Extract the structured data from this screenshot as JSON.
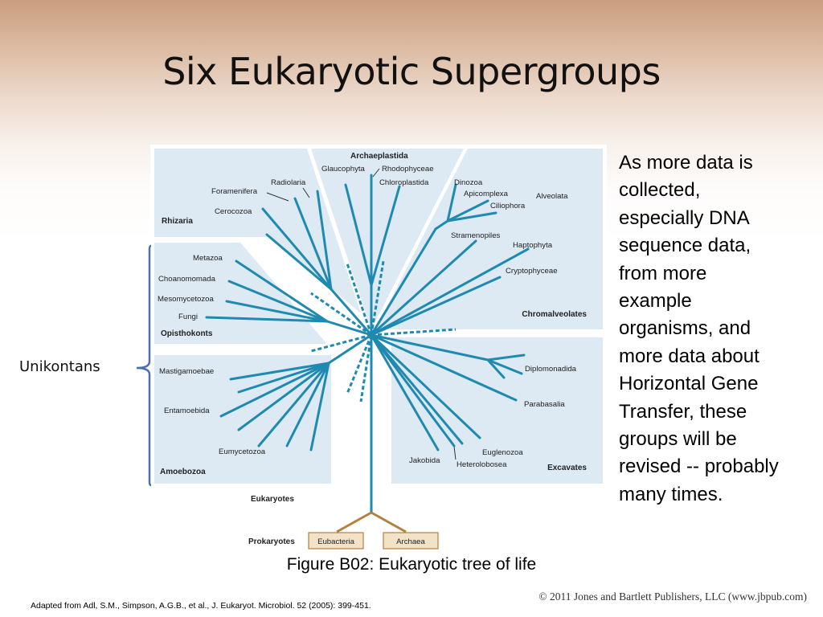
{
  "slide": {
    "title": "Six Eukaryotic Supergroups",
    "bracket_label": "Unikontans",
    "side_text_lines": [
      "As more data is",
      "collected,",
      "especially DNA",
      "sequence data,",
      "from more",
      "example",
      "organisms, and",
      "more data about",
      "Horizontal Gene",
      "Transfer, these",
      "groups will be",
      "revised -- probably",
      "many times."
    ],
    "caption": "Figure B02: Eukaryotic tree of life",
    "source": "Adapted from Adl, S.M., Simpson, A.G.B., et al., J. Eukaryot. Microbiol. 52 (2005): 399-451.",
    "copyright": "© 2011 Jones and Bartlett Publishers, LLC (www.jbpub.com)"
  },
  "colors": {
    "branch": "#1f8ab0",
    "panel": "#dde9f3",
    "prokaryote_branch": "#b4803d"
  },
  "tree": {
    "groups": {
      "archaeplastida": "Archaeplastida",
      "rhizaria": "Rhizaria",
      "chromalveolates": "Chromalveolates",
      "opisthokonts": "Opisthokonts",
      "amoebozoa": "Amoebozoa",
      "excavates": "Excavates",
      "eukaryotes": "Eukaryotes",
      "prokaryotes": "Prokaryotes",
      "alveolata": "Alveolata"
    },
    "taxa": {
      "glaucophyta": "Glaucophyta",
      "rhodophyceae": "Rhodophyceae",
      "chloroplastida": "Chloroplastida",
      "radiolaria": "Radiolaria",
      "foramenifera": "Foramenifera",
      "cerocozoa": "Cerocozoa",
      "dinozoa": "Dinozoa",
      "apicomplexa": "Apicomplexa",
      "ciliophora": "Ciliophora",
      "stramenopiles": "Stramenopiles",
      "haptophyta": "Haptophyta",
      "cryptophyceae": "Cryptophyceae",
      "metazoa": "Metazoa",
      "choanomomada": "Choanomomada",
      "mesomycetozoa": "Mesomycetozoa",
      "fungi": "Fungi",
      "mastigamoebae": "Mastigamoebae",
      "entamoebida": "Entamoebida",
      "eumycetozoa": "Eumycetozoa",
      "diplomonadida": "Diplomonadida",
      "parabasalia": "Parabasalia",
      "euglenozoa": "Euglenozoa",
      "jakobida": "Jakobida",
      "heterolobosea": "Heterolobosea",
      "eubacteria": "Eubacteria",
      "archaea": "Archaea"
    }
  }
}
